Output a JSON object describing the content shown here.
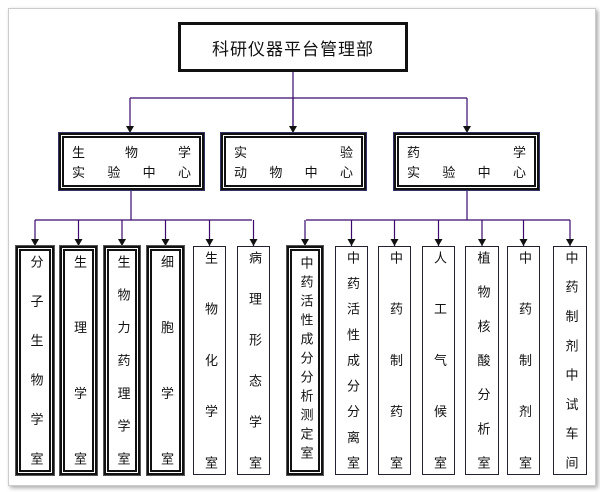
{
  "root": {
    "label": "科研仪器平台管理部"
  },
  "centers": [
    {
      "id": "bio",
      "rows": [
        [
          "生",
          "物",
          "学"
        ],
        [
          "实",
          "验",
          "中",
          "心"
        ]
      ]
    },
    {
      "id": "animal",
      "rows": [
        [
          "实",
          "验"
        ],
        [
          "动",
          "物",
          "中",
          "心"
        ]
      ]
    },
    {
      "id": "pharm",
      "rows": [
        [
          "药",
          "学"
        ],
        [
          "实",
          "验",
          "中",
          "心"
        ]
      ]
    }
  ],
  "labs": [
    {
      "label": "分子生物学室",
      "thick": true
    },
    {
      "label": "生理学室",
      "thick": true
    },
    {
      "label": "生物力药理学室",
      "thick": true
    },
    {
      "label": "细胞学室",
      "thick": true
    },
    {
      "label": "生物化学室",
      "thick": false
    },
    {
      "label": "病理形态学室",
      "thick": false
    },
    {
      "label": "中药活性成分分析测定室",
      "thick": true
    },
    {
      "label": "中药活性成分分离室",
      "thick": false
    },
    {
      "label": "中药制药室",
      "thick": false
    },
    {
      "label": "人工气候室",
      "thick": false
    },
    {
      "label": "植物核酸分析室",
      "thick": false
    },
    {
      "label": "中药制剂室",
      "thick": false
    },
    {
      "label": "中药制剂中试车间",
      "thick": false
    }
  ],
  "colors": {
    "line": "#3a0a6e"
  }
}
